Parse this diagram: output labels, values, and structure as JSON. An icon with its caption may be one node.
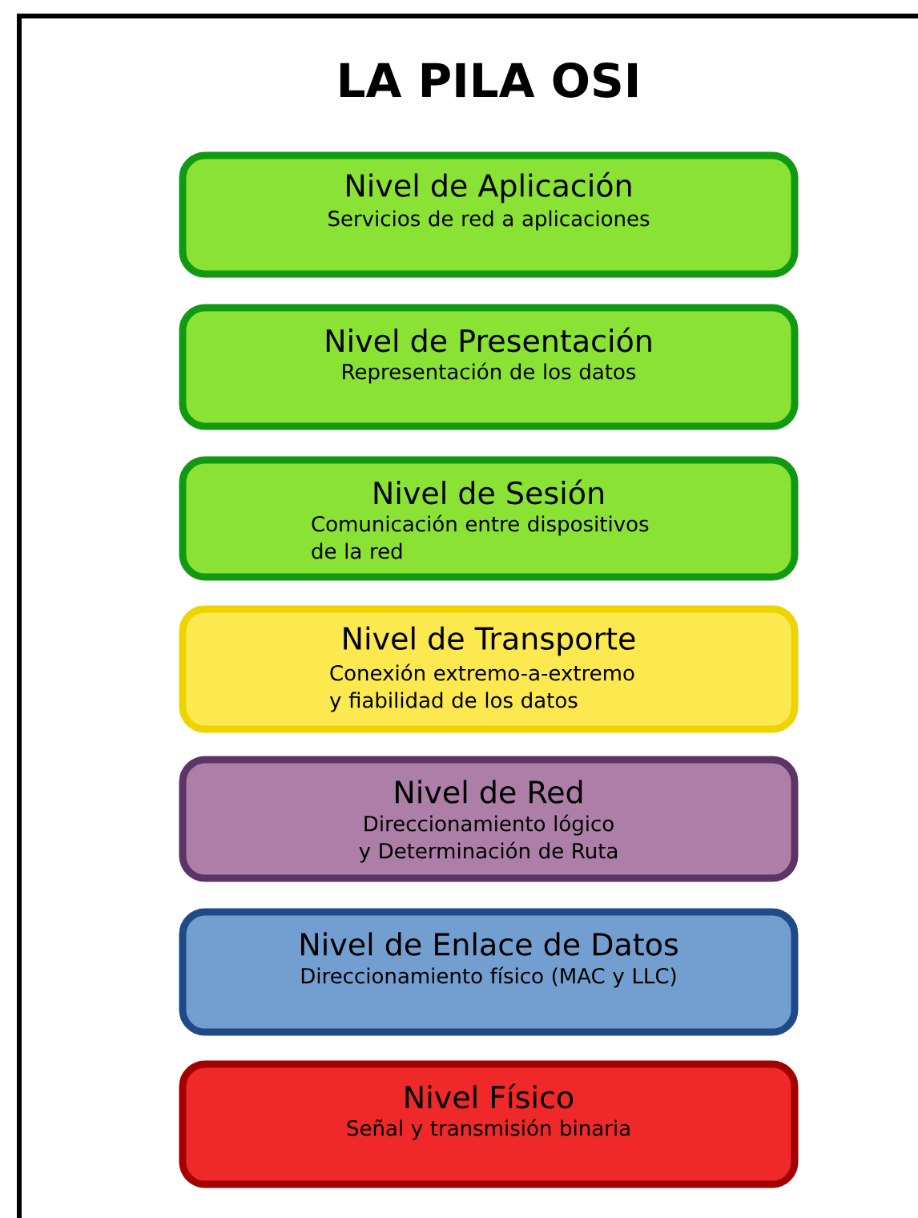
{
  "diagram": {
    "title": "LA PILA OSI",
    "nodes": [
      {
        "text": [
          "Nivel de Aplicación",
          "Servicios de red a aplicaciones"
        ]
      },
      {
        "text": [
          "Nivel de Presentación",
          "Representación de los datos"
        ]
      },
      {
        "text": [
          "Nivel de Sesión",
          "Comunicación entre dispositivos de la red"
        ]
      },
      {
        "text": [
          "Nivel de Transporte",
          "Conexión extremo-a-extremo y fiabilidad de los datos"
        ]
      },
      {
        "text": [
          "Nivel de Red",
          "Direccionamiento lógico y Determinación de Ruta"
        ]
      },
      {
        "text": [
          "Nivel de Enlace de Datos",
          "Direccionamiento físico (MAC y LLC)"
        ]
      },
      {
        "text": [
          "Nivel Físico",
          "Señal y transmisión binaria"
        ]
      }
    ]
  }
}
